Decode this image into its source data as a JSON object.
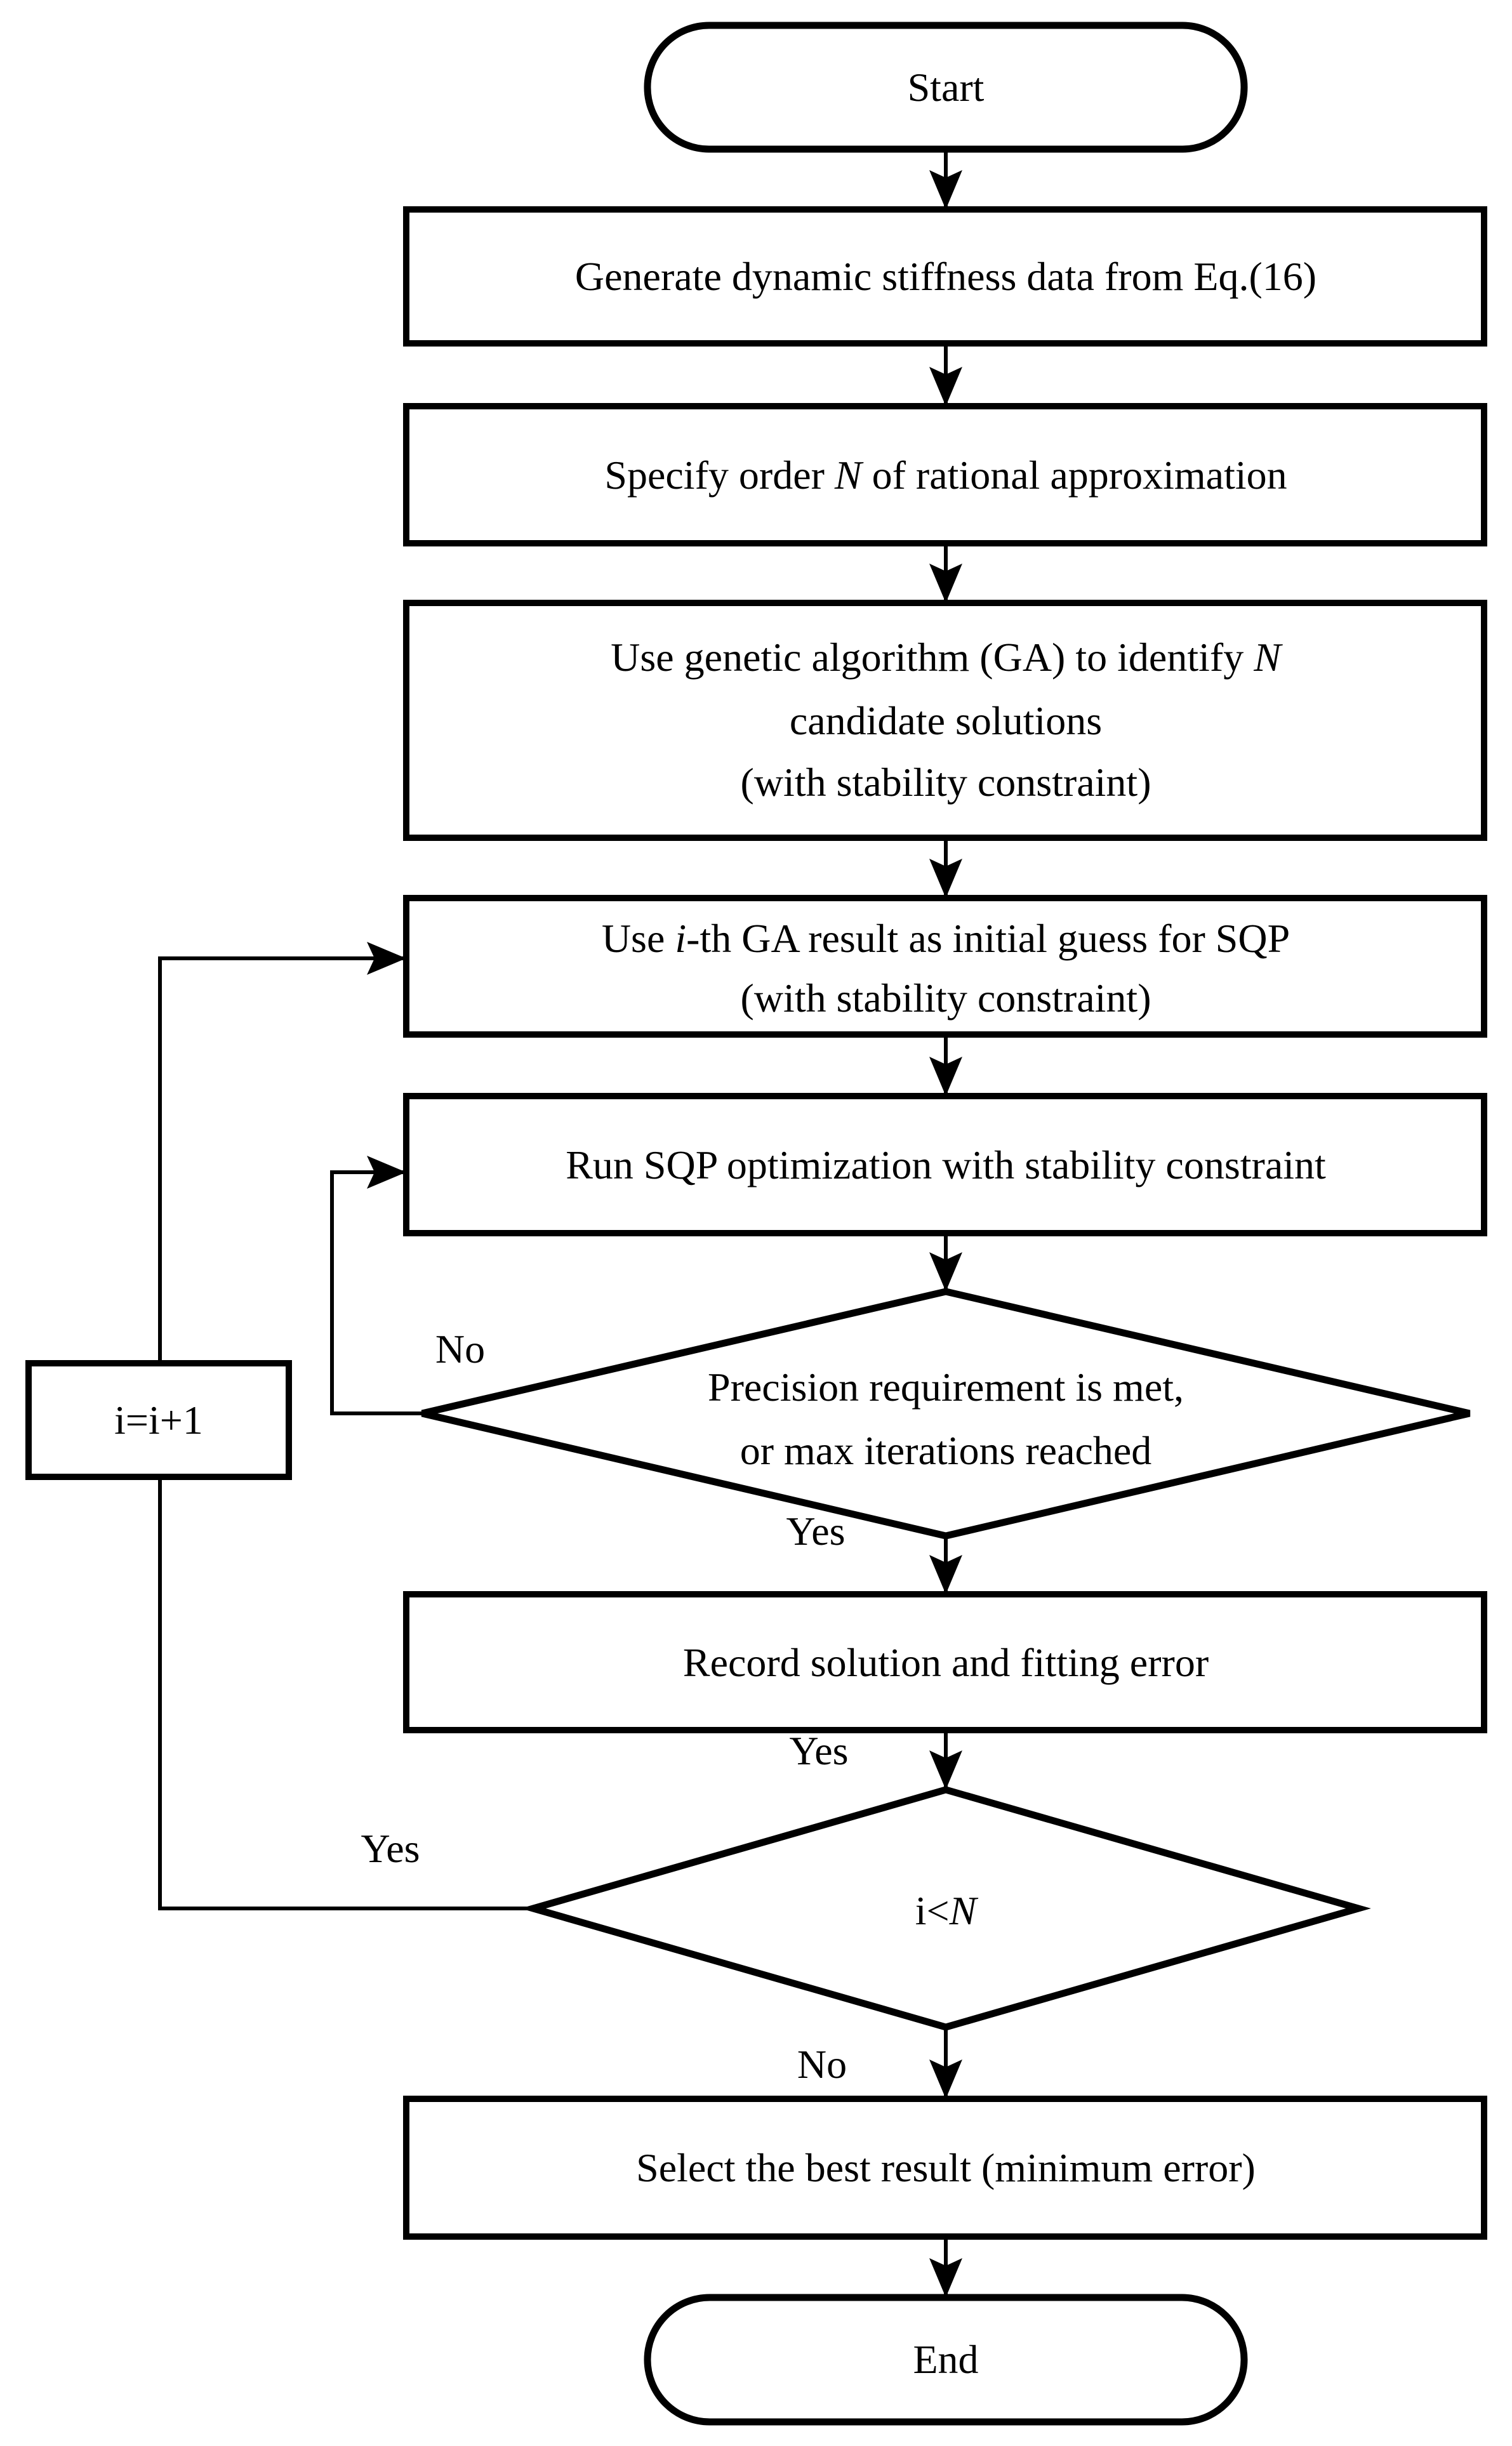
{
  "figure": {
    "type": "flowchart",
    "background": "#ffffff",
    "stroke_color": "#000000"
  },
  "nodes": {
    "start": {
      "label": "Start"
    },
    "generate": {
      "label": "Generate dynamic stiffness data from Eq.(16)"
    },
    "specify": {
      "pre": "Specify order ",
      "var": "N",
      "post": " of rational approximation"
    },
    "ga": {
      "line1_pre": "Use genetic algorithm (GA) to identify ",
      "line1_var": "N",
      "line2": "candidate solutions",
      "line3": "(with stability constraint)"
    },
    "initial_guess": {
      "line1_pre": "Use ",
      "line1_var": "i",
      "line1_post": "-th GA result as initial guess for SQP",
      "line2": "(with stability constraint)"
    },
    "run_sqp": {
      "label": "Run SQP optimization with stability constraint"
    },
    "precision_check": {
      "line1": "Precision requirement is met,",
      "line2": "or max iterations reached"
    },
    "record": {
      "label": "Record solution and fitting error"
    },
    "iter_check": {
      "pre": "i<",
      "var": "N"
    },
    "select_best": {
      "label": "Select the best result (minimum error)"
    },
    "end": {
      "label": "End"
    },
    "increment": {
      "label": "i=i+1"
    }
  },
  "edge_labels": {
    "precision_no": "No",
    "precision_yes": "Yes",
    "record_yes": "Yes",
    "iter_yes": "Yes",
    "iter_no": "No"
  }
}
